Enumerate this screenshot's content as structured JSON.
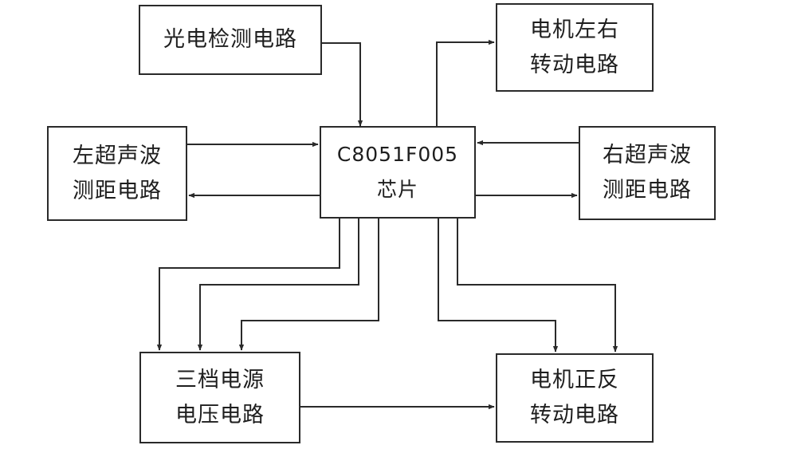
{
  "blocks": {
    "photo_detect": {
      "line1": "光电检测电路"
    },
    "motor_lr": {
      "line1": "电机左右",
      "line2": "转动电路"
    },
    "left_ultrasonic": {
      "line1": "左超声波",
      "line2": "测距电路"
    },
    "chip": {
      "line1": "C8051F005",
      "line2": "芯片"
    },
    "right_ultrasonic": {
      "line1": "右超声波",
      "line2": "测距电路"
    },
    "power_supply": {
      "line1": "三档电源",
      "line2": "电压电路"
    },
    "motor_fr": {
      "line1": "电机正反",
      "line2": "转动电路"
    }
  },
  "colors": {
    "line": "#2a2a2a",
    "text": "#1e1e1e",
    "background": "#ffffff"
  }
}
